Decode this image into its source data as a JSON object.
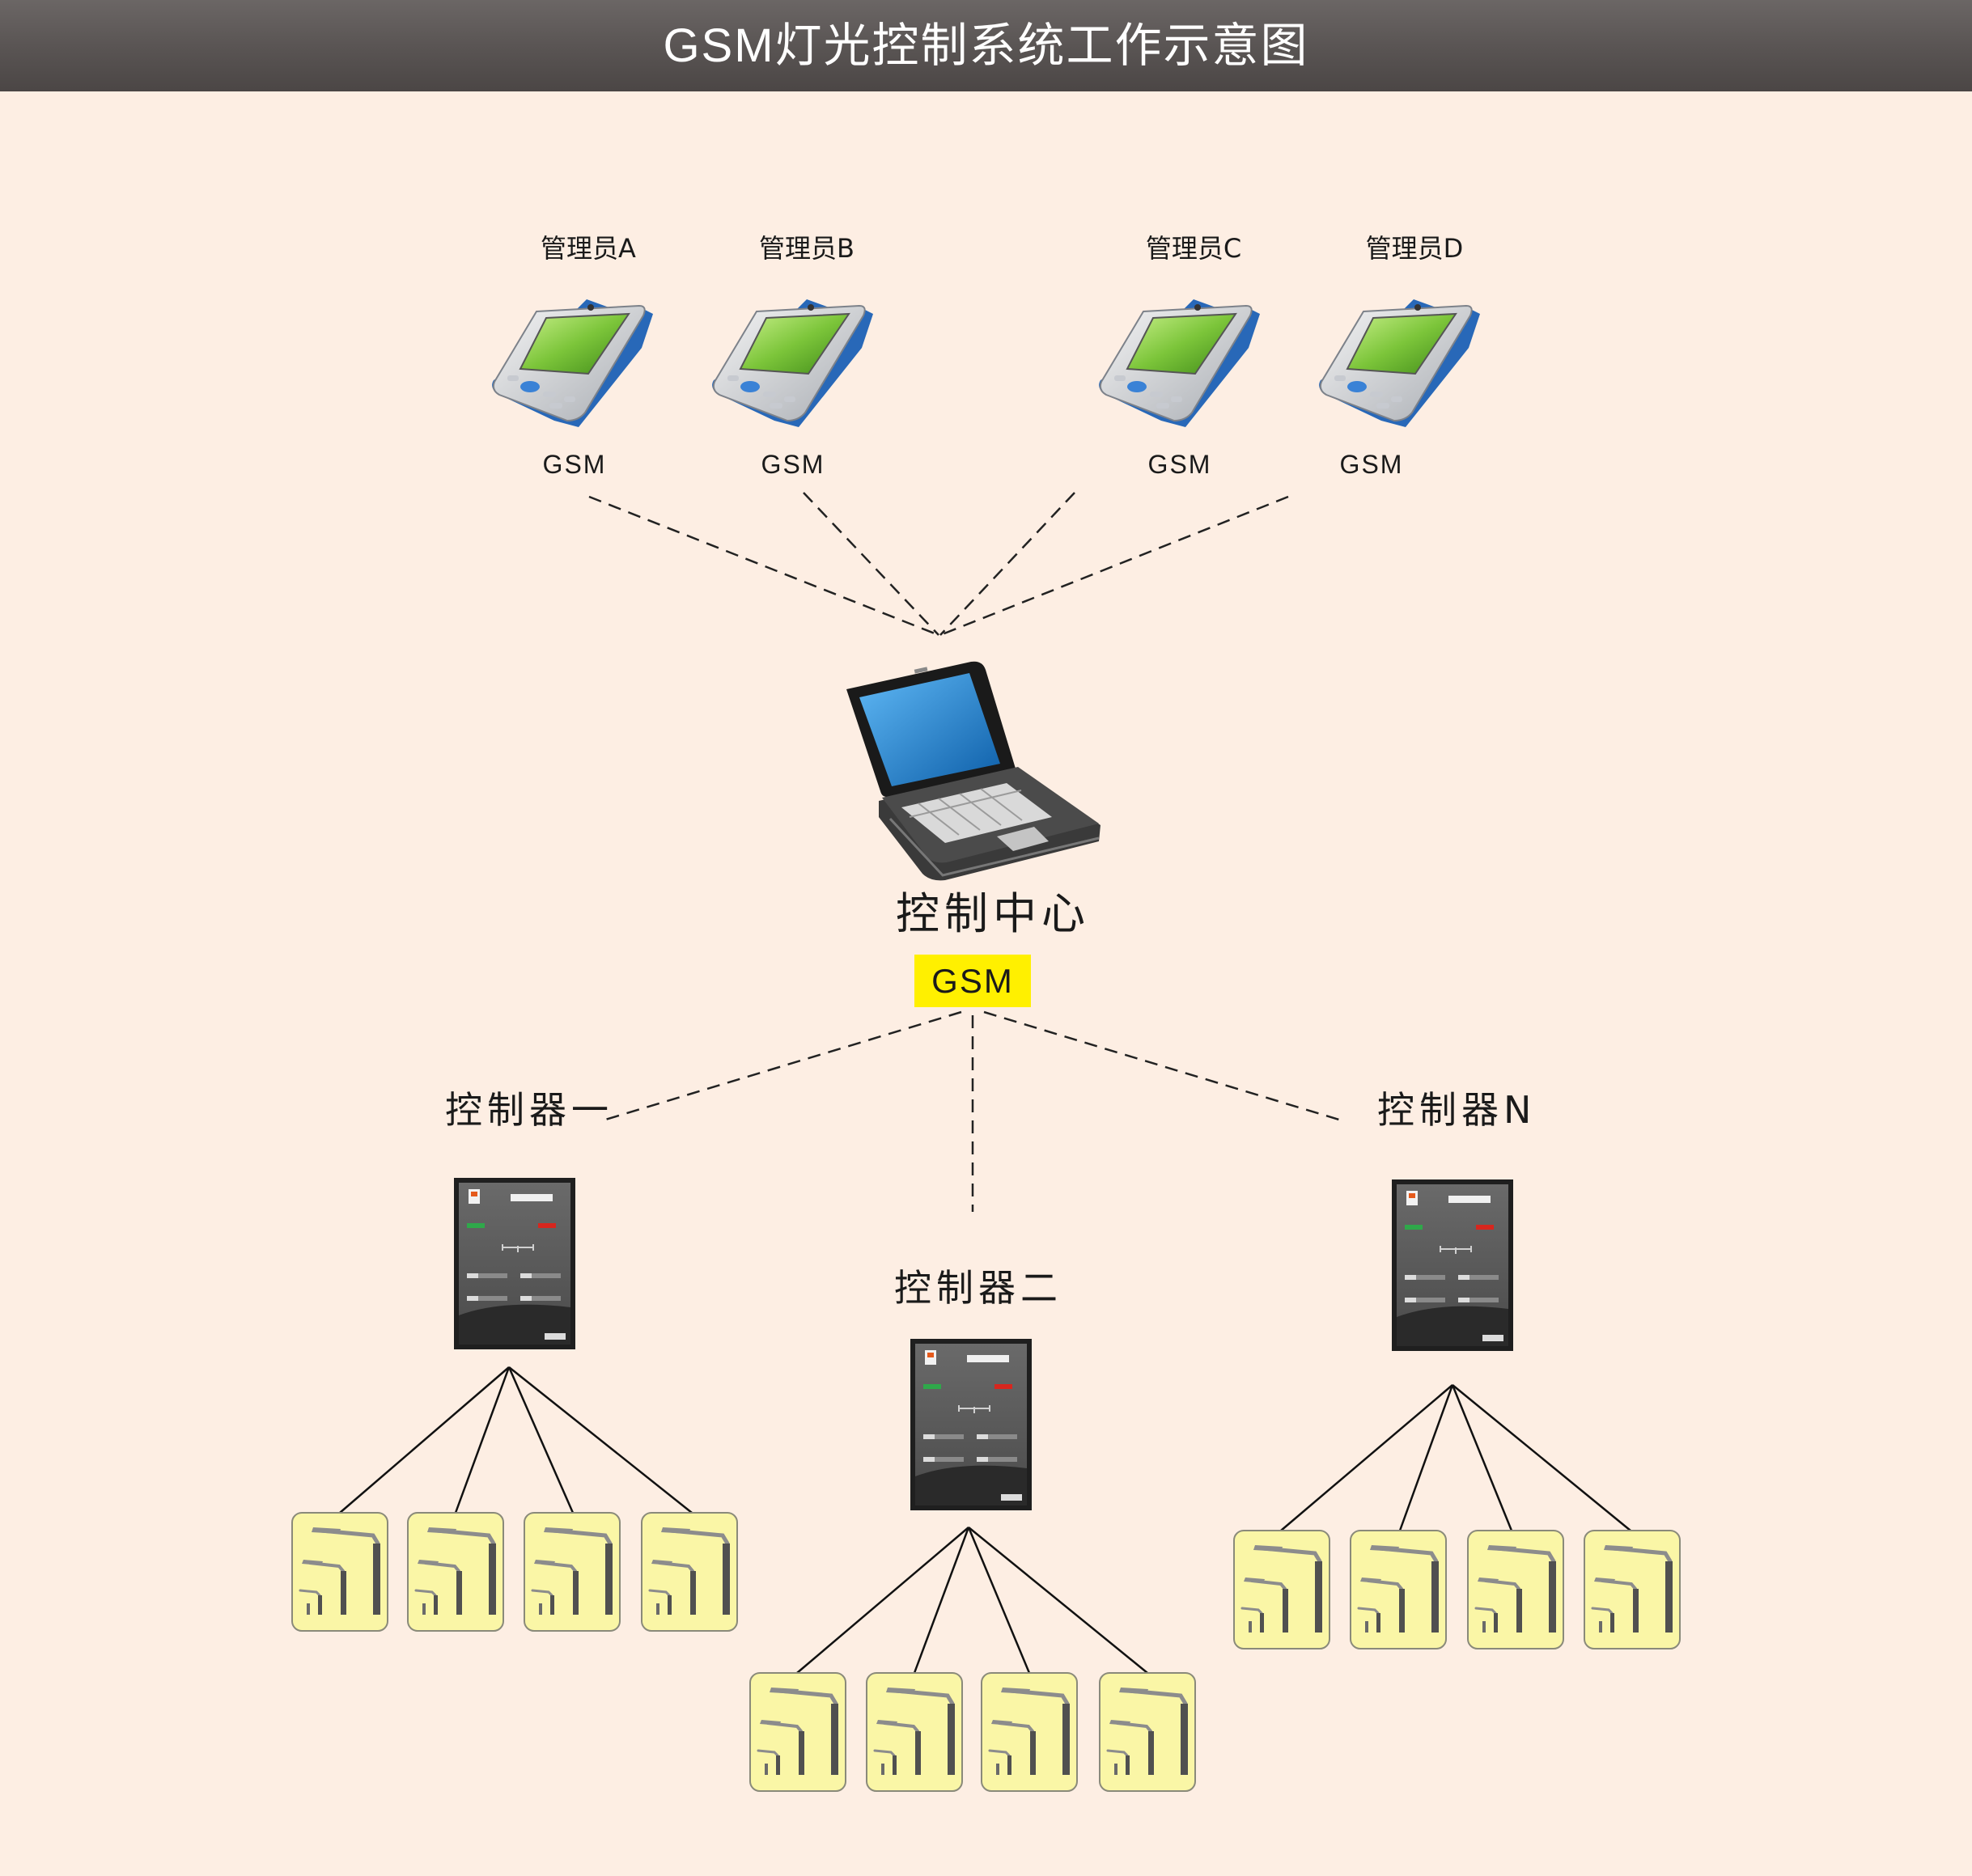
{
  "title": "GSM灯光控制系统工作示意图",
  "managers": [
    {
      "name": "管理员A",
      "network": "GSM"
    },
    {
      "name": "管理员B",
      "network": "GSM"
    },
    {
      "name": "管理员C",
      "network": "GSM"
    },
    {
      "name": "管理员D",
      "network": "GSM"
    }
  ],
  "center": {
    "label": "控制中心",
    "badge": "GSM"
  },
  "controllers": [
    {
      "label": "控制器一",
      "lamp_count": 4
    },
    {
      "label": "控制器二",
      "lamp_count": 4
    },
    {
      "label": "控制器N",
      "lamp_count": 4
    }
  ],
  "colors": {
    "background": "#FDEEE3",
    "title_bar": "#5a5554",
    "gsm_badge": "#FFF000",
    "lamp_box": "#FAF6A6",
    "phone_screen": "#7CC53A",
    "laptop_screen": "#1E86D6"
  }
}
